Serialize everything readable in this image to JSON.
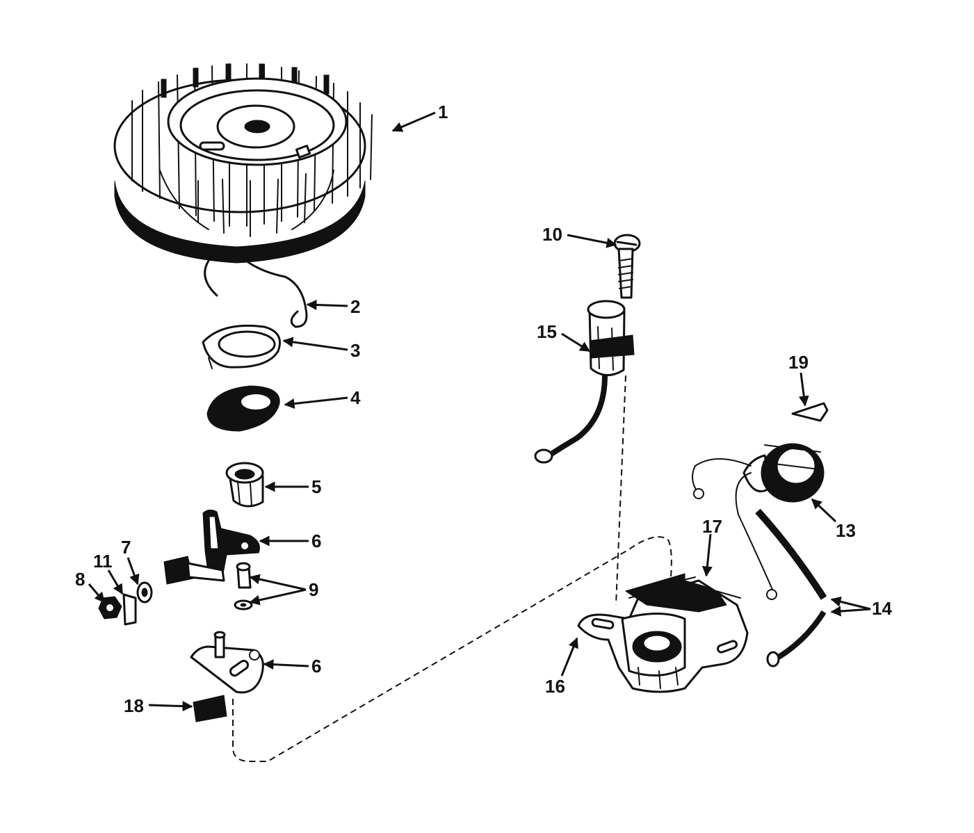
{
  "callouts": [
    {
      "id": "c1",
      "text": "1"
    },
    {
      "id": "c2",
      "text": "2"
    },
    {
      "id": "c3",
      "text": "3"
    },
    {
      "id": "c4",
      "text": "4"
    },
    {
      "id": "c5",
      "text": "5"
    },
    {
      "id": "c6a",
      "text": "6"
    },
    {
      "id": "c6b",
      "text": "6"
    },
    {
      "id": "c7",
      "text": "7"
    },
    {
      "id": "c8",
      "text": "8"
    },
    {
      "id": "c9",
      "text": "9"
    },
    {
      "id": "c10",
      "text": "10"
    },
    {
      "id": "c11",
      "text": "11"
    },
    {
      "id": "c13",
      "text": "13"
    },
    {
      "id": "c14",
      "text": "14"
    },
    {
      "id": "c15",
      "text": "15"
    },
    {
      "id": "c16",
      "text": "16"
    },
    {
      "id": "c17",
      "text": "17"
    },
    {
      "id": "c18",
      "text": "18"
    },
    {
      "id": "c19",
      "text": "19"
    }
  ]
}
